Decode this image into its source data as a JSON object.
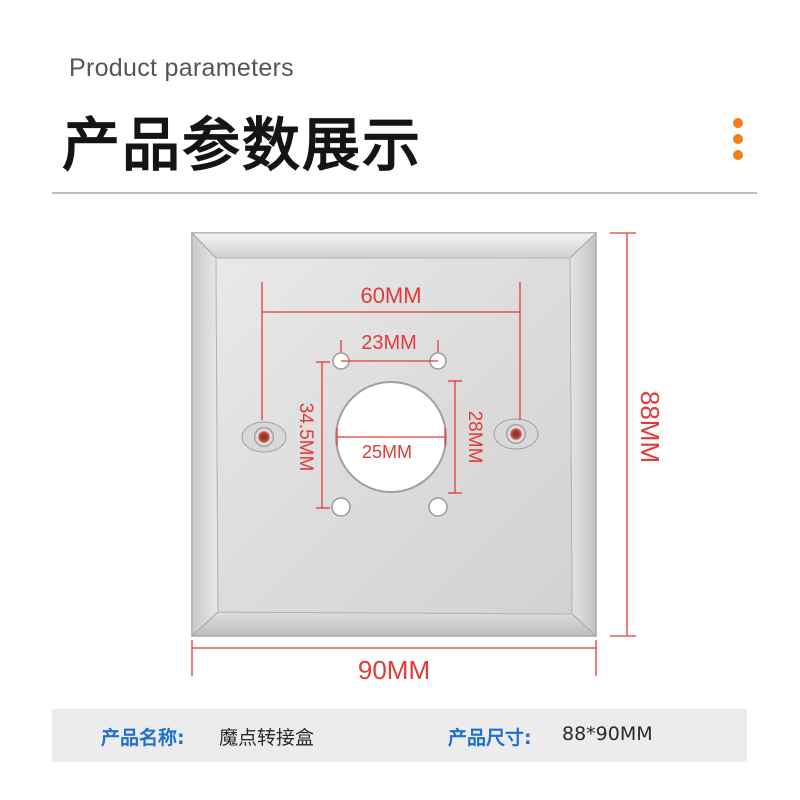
{
  "header": {
    "subtitle": "Product parameters",
    "title": "产品参数展示"
  },
  "colors": {
    "accent": "#f07d1e",
    "dimension_red": "#e23a3a",
    "info_key_blue": "#1f6fd1",
    "info_bar_bg": "#ececec"
  },
  "dimensions": {
    "hole_spacing_outer": "60MM",
    "hole_spacing_top": "23MM",
    "vertical_hole_spacing": "34.5MM",
    "center_hole_diameter": "25MM",
    "center_hole_height": "28MM",
    "box_height": "88MM",
    "box_width": "90MM"
  },
  "info": {
    "name_label": "产品名称:",
    "name_value": "魔点转接盒",
    "size_label": "产品尺寸:",
    "size_value": "88*90MM"
  }
}
